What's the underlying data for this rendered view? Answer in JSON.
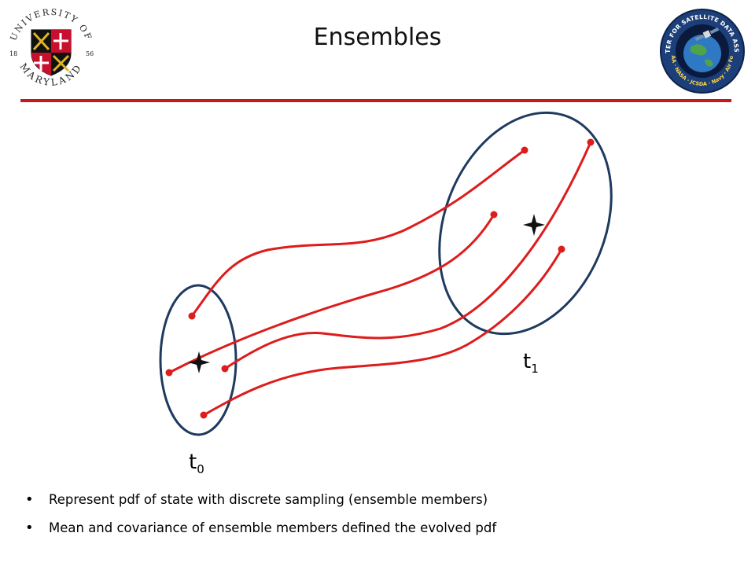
{
  "header": {
    "title": "Ensembles"
  },
  "logos": {
    "left": {
      "name": "university-of-maryland-seal",
      "text": "UNIVERSITY OF MARYLAND",
      "year_left": "18",
      "year_right": "56"
    },
    "right": {
      "name": "jcsda-seal",
      "text": "JOINT CENTER FOR SATELLITE DATA ASSIMILATION",
      "bottom_text": "NOAA · NASA · JCSDA · Navy · Air Force"
    }
  },
  "diagram": {
    "labels": {
      "t0": {
        "base": "t",
        "sub": "0"
      },
      "t1": {
        "base": "t",
        "sub": "1"
      }
    },
    "colors": {
      "trajectory": "#dd1c1c",
      "ellipse": "#1e3a5f",
      "mean_marker": "#111111"
    },
    "ensemble_members": 4,
    "icons": [
      "mean-star-icon"
    ]
  },
  "bullets": [
    "Represent pdf of state with discrete sampling (ensemble members)",
    "Mean and covariance of ensemble members defined the evolved pdf"
  ]
}
